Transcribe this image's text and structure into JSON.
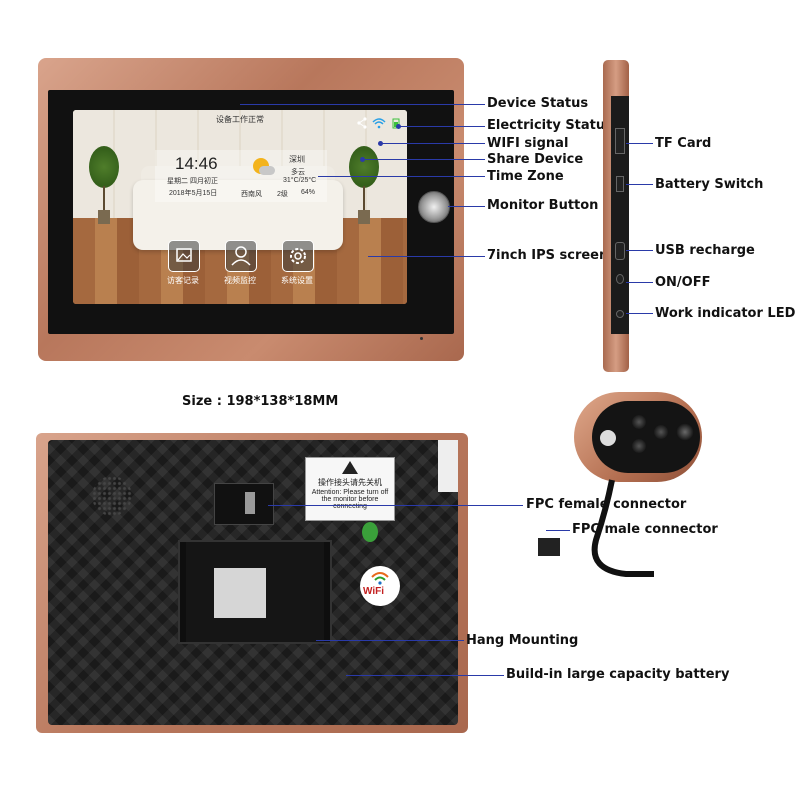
{
  "front_labels": {
    "device_status": "Device Status",
    "electricity_status": "Electricity Status",
    "wifi_signal": "WIFI signal",
    "share_device": "Share Device",
    "time_zone": "Time Zone",
    "monitor_button": "Monitor Button",
    "screen": "7inch IPS screen"
  },
  "side_labels": {
    "tf_card": "TF Card",
    "battery_switch": "Battery Switch",
    "usb_recharge": "USB recharge",
    "on_off": "ON/OFF",
    "work_led": "Work indicator LED"
  },
  "size_text": "Size : 198*138*18MM",
  "screen_ui": {
    "status_text": "设备工作正常",
    "time": "14:46",
    "weekday": "星期二 四月初正",
    "date": "2018年5月15日",
    "city": "深圳",
    "weather": "多云",
    "temp": "31°C/25°C",
    "wind": "西南风",
    "wind_level": "2级",
    "humidity": "64%",
    "apps": [
      "访客记录",
      "视频监控",
      "系统设置"
    ]
  },
  "back_labels": {
    "fpc_female": "FPC female connector",
    "fpc_male": "FPC male connector",
    "hang_mounting": "Hang Mounting",
    "battery": "Build-in large capacity battery"
  },
  "back_panel": {
    "warning_title": "操作接头请先关机",
    "warning_body": "Attention: Please turn off the monitor before connecting",
    "wifi_logo": "WiFi"
  },
  "colors": {
    "frame": "#b8775c",
    "leader": "#2a3aa8"
  }
}
